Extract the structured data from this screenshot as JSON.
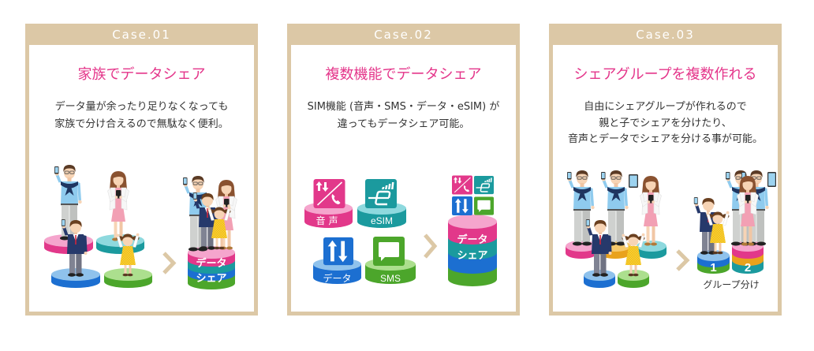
{
  "theme": {
    "colors": {
      "frame": "#dcc8a6",
      "title": "#e4358a",
      "text": "#333333",
      "chevron": "#dcc8a6",
      "pink": "#e2388a",
      "pink-top": "#f5a5cd",
      "teal": "#1b9a9e",
      "teal-top": "#8ed9de",
      "blue": "#1c6fd1",
      "blue-top": "#8fc2ec",
      "green": "#4ca62b",
      "green-top": "#acdf8e",
      "orange": "#e9a21c",
      "orange-top": "#f6c96a"
    }
  },
  "cases": [
    {
      "header": "Case.01",
      "title": "家族でデータシェア",
      "description": [
        "データ量が余ったり足りなくなっても",
        "家族で分け合えるので無駄なく便利。"
      ],
      "illustration": {
        "stack_label": [
          "データ",
          "シェア"
        ]
      }
    },
    {
      "header": "Case.02",
      "title": "複数機能でデータシェア",
      "description": [
        "SIM機能 (音声・SMS・データ・eSIM) が",
        "違ってもデータシェア可能。"
      ],
      "illustration": {
        "features": [
          {
            "label": "音声",
            "icon": "voice-icon"
          },
          {
            "label": "eSIM",
            "icon": "esim-icon"
          },
          {
            "label": "データ",
            "icon": "data-icon"
          },
          {
            "label": "SMS",
            "icon": "sms-icon"
          }
        ],
        "stack_label": [
          "データ",
          "シェア"
        ]
      }
    },
    {
      "header": "Case.03",
      "title": "シェアグループを複数作れる",
      "description": [
        "自由にシェアグループが作れるので",
        "親と子でシェアを分けたり、",
        "音声とデータでシェアを分ける事が可能。"
      ],
      "illustration": {
        "groups": [
          "1",
          "2"
        ],
        "caption": "グループ分け"
      }
    }
  ]
}
